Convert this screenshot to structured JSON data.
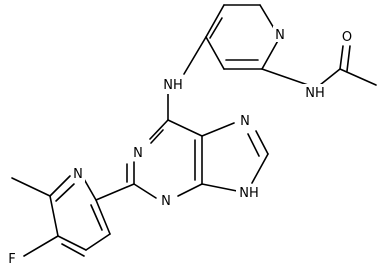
{
  "colors": {
    "background": "#ffffff",
    "ink": "#000000"
  },
  "atom_labels": {
    "amine_nh": "NH",
    "amide_nh": "NH",
    "amide_o": "O",
    "pyridine_top_n": "N",
    "purine_n1": "N",
    "purine_n3": "N",
    "purine_n7": "N",
    "purine_n9h": "NH",
    "fluoropyridine_n": "N",
    "fluorine": "F"
  }
}
